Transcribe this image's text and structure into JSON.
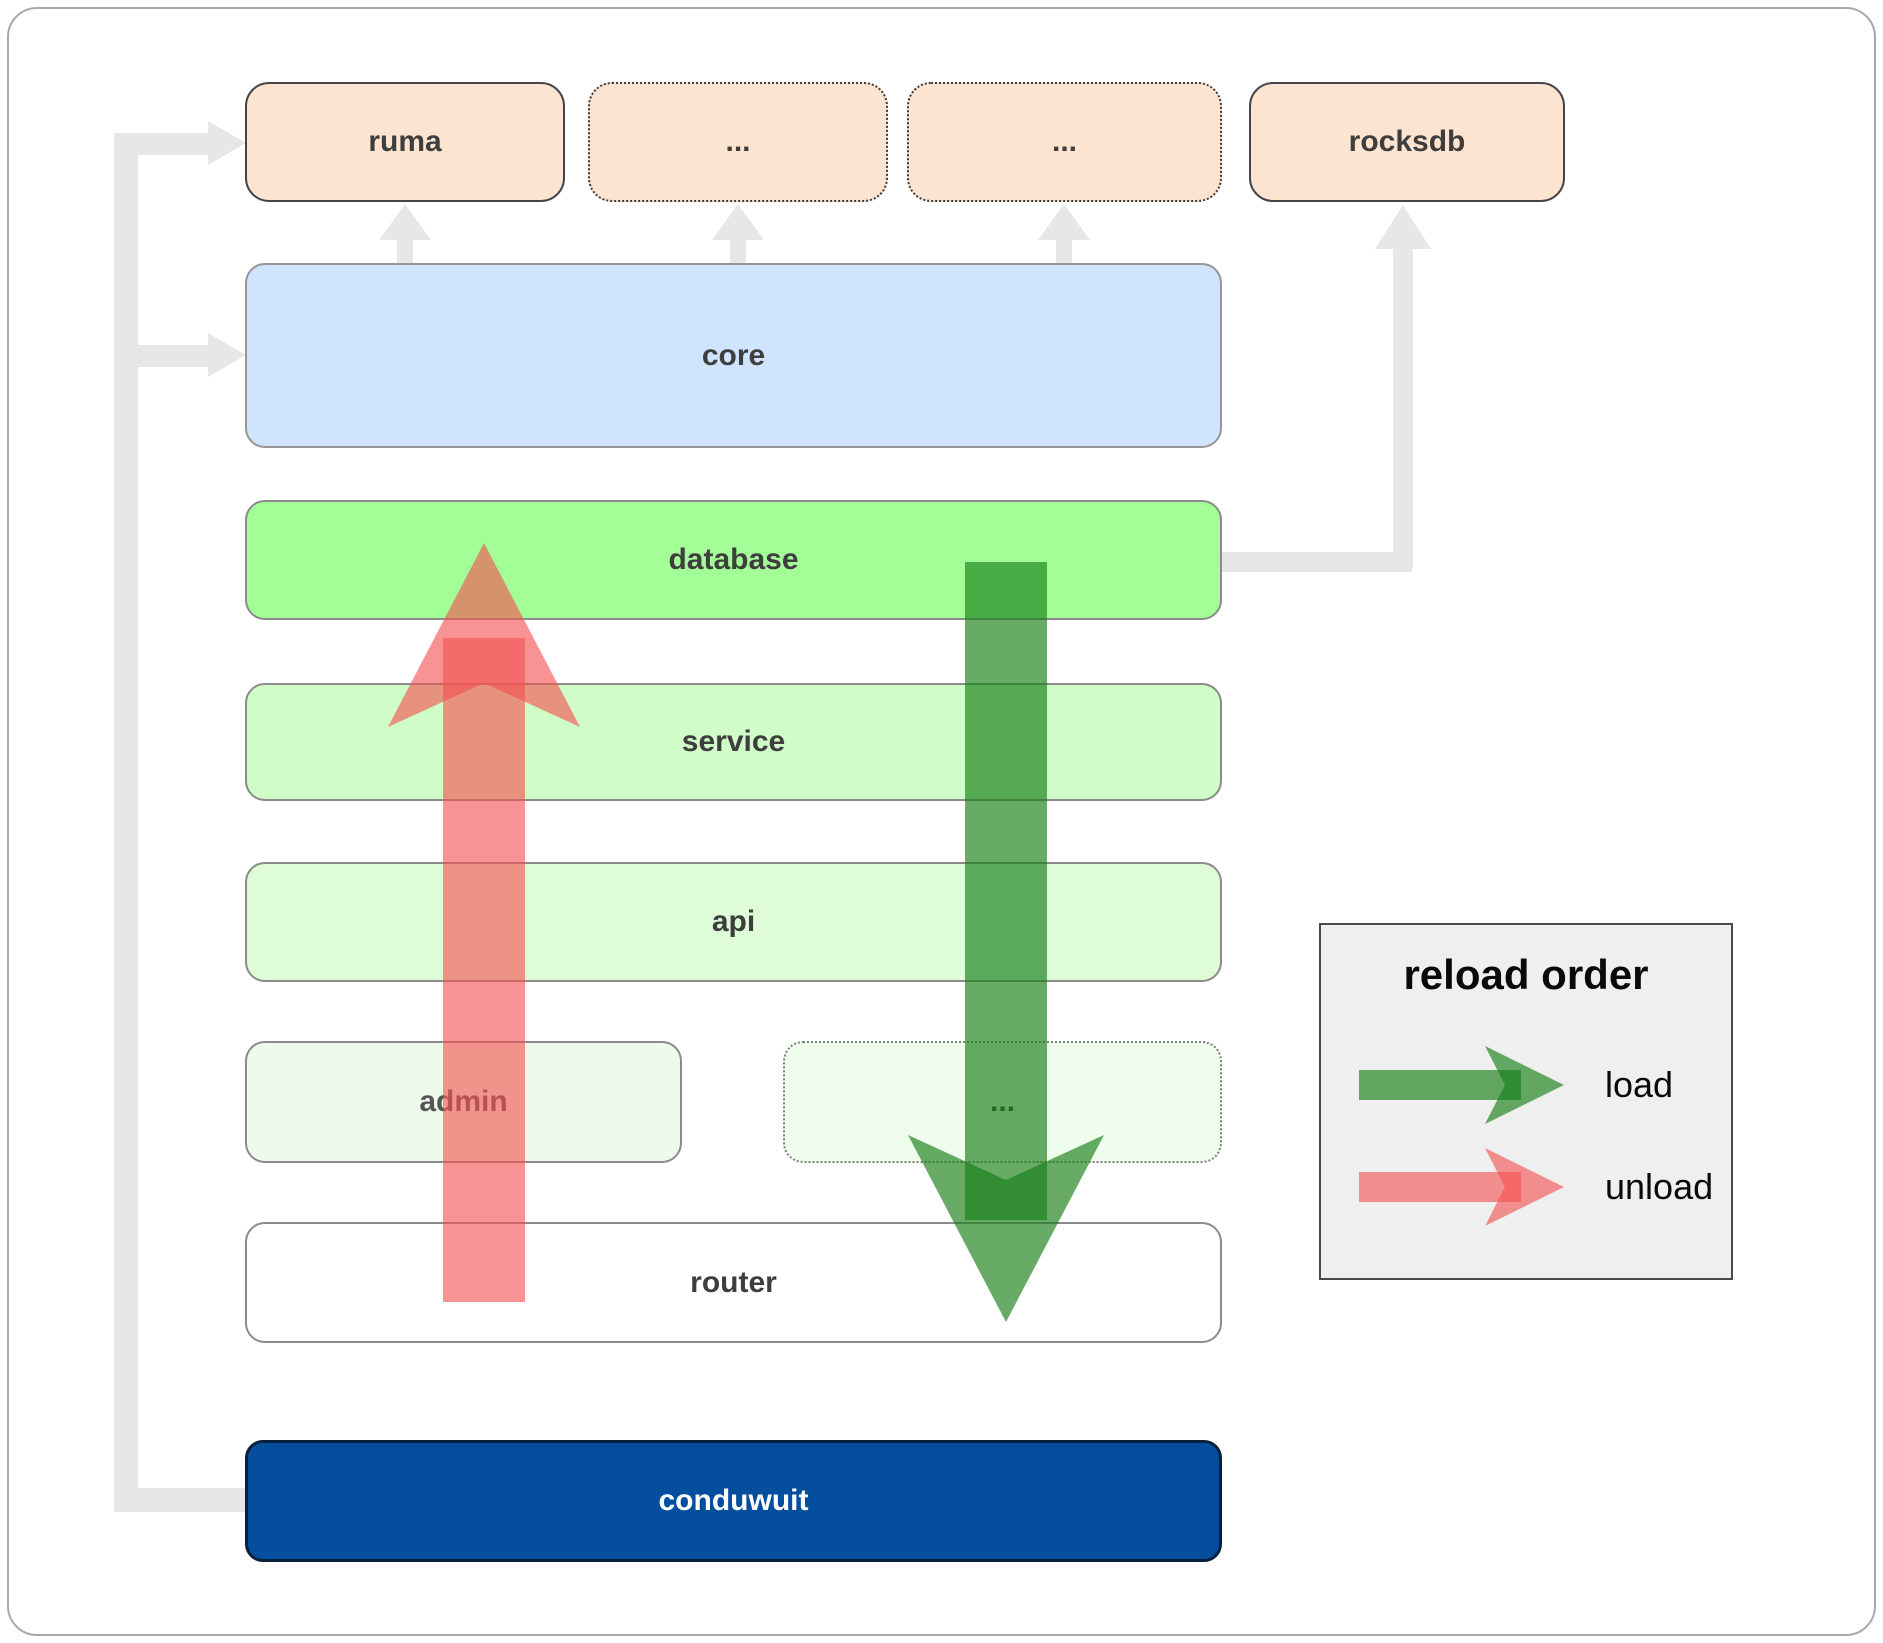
{
  "top_row": {
    "ruma": {
      "label": "ruma",
      "border_style": "solid"
    },
    "more_1": {
      "label": "...",
      "border_style": "dotted"
    },
    "more_2": {
      "label": "...",
      "border_style": "dotted"
    },
    "rocksdb": {
      "label": "rocksdb",
      "border_style": "solid"
    }
  },
  "layers": {
    "core": {
      "label": "core"
    },
    "database": {
      "label": "database"
    },
    "service": {
      "label": "service"
    },
    "api": {
      "label": "api"
    },
    "admin": {
      "label": "admin"
    },
    "more": {
      "label": "..."
    },
    "router": {
      "label": "router"
    },
    "conduwuit": {
      "label": "conduwuit"
    }
  },
  "legend": {
    "title": "reload order",
    "load_label": "load",
    "unload_label": "unload"
  },
  "colors": {
    "load_arrow": "rgba(25,128,25,0.66)",
    "unload_arrow": "rgba(244,80,80,0.62)",
    "connector_gray": "#e7e7e7",
    "crate_fill": "#fde4d1",
    "core_fill": "#d0e4fd",
    "database_fill": "#a3fe97",
    "service_fill": "#cffcc7",
    "api_fill": "#ddfcd7",
    "admin_fill": "#edfcea",
    "router_fill": "#ffffff",
    "conduwuit_fill": "#054e9d",
    "conduwuit_text": "#ffffff",
    "legend_fill": "#efefef"
  }
}
